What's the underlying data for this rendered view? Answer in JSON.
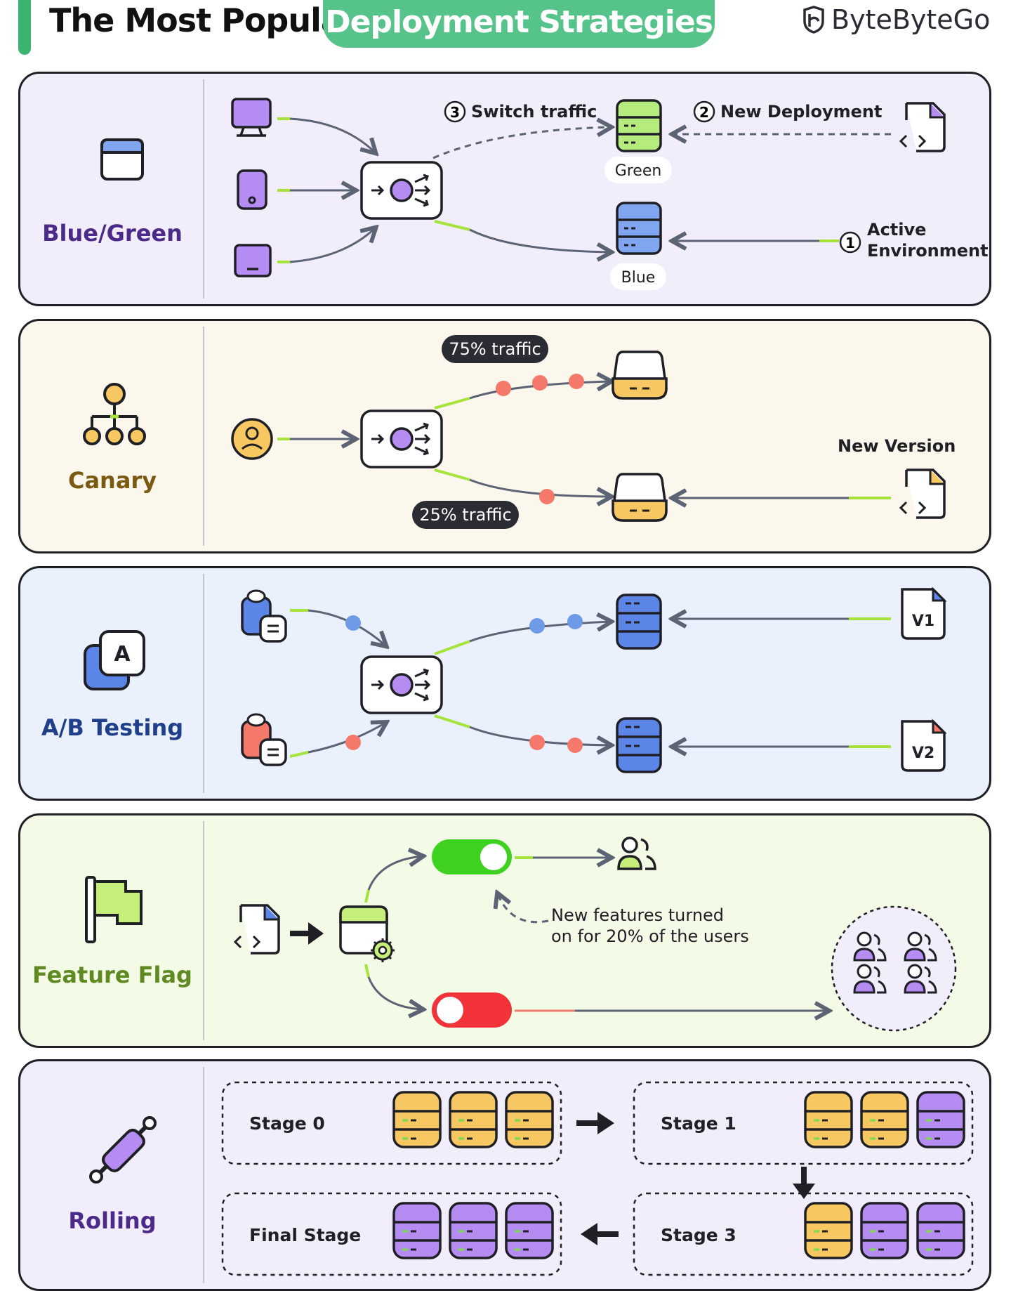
{
  "header": {
    "title": "The Most Popular",
    "highlight": "Deployment Strategies",
    "brand": "ByteByteGo"
  },
  "colors": {
    "green_accent": "#55c38a",
    "lime_line": "#a6e33b",
    "arrow": "#5b6375",
    "purple": "#b48cf2",
    "green_server": "#b6ec7e",
    "blue_server": "#7fa6ef",
    "yellow_server": "#f7c861",
    "salmon": "#f4796a",
    "dot_blue": "#6f9ae6"
  },
  "panels": {
    "blue_green": {
      "label": "Blue/Green",
      "step3_num": "3",
      "step3": "Switch traffic",
      "step2_num": "2",
      "step2": "New Deployment",
      "green": "Green",
      "blue": "Blue",
      "step1_num": "1",
      "step1_line1": "Active",
      "step1_line2": "Environment",
      "icon": "browser-window-icon"
    },
    "canary": {
      "label": "Canary",
      "traffic_75": "75% traffic",
      "traffic_25": "25% traffic",
      "new_version": "New Version",
      "icon": "hierarchy-icon"
    },
    "ab_testing": {
      "label": "A/B Testing",
      "icon_letter": "A",
      "v1": "V1",
      "v2": "V2"
    },
    "feature_flag": {
      "label": "Feature Flag",
      "note_line1": "New features turned",
      "note_line2": "on for 20% of the users",
      "icon": "flag-icon"
    },
    "rolling": {
      "label": "Rolling",
      "stage0": "Stage 0",
      "stage1": "Stage 1",
      "stage3": "Stage 3",
      "final": "Final Stage",
      "icon": "rolling-pin-icon"
    }
  }
}
